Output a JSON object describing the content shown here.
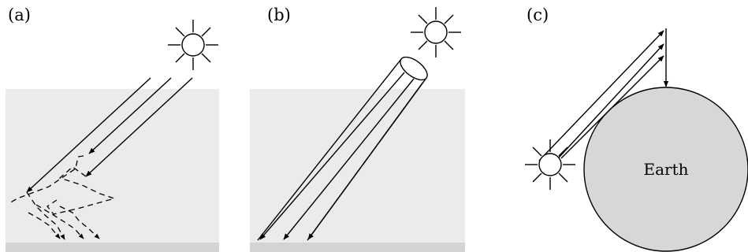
{
  "panels": {
    "a": {
      "label": "(a)"
    },
    "b": {
      "label": "(b)"
    },
    "c": {
      "label": "(c)",
      "earth_label": "Earth"
    }
  },
  "colors": {
    "medium_fill": "#ebebeb",
    "bottom_strip": "#d3d3d3",
    "earth_fill": "#d7d7d7",
    "line": "#000000"
  }
}
